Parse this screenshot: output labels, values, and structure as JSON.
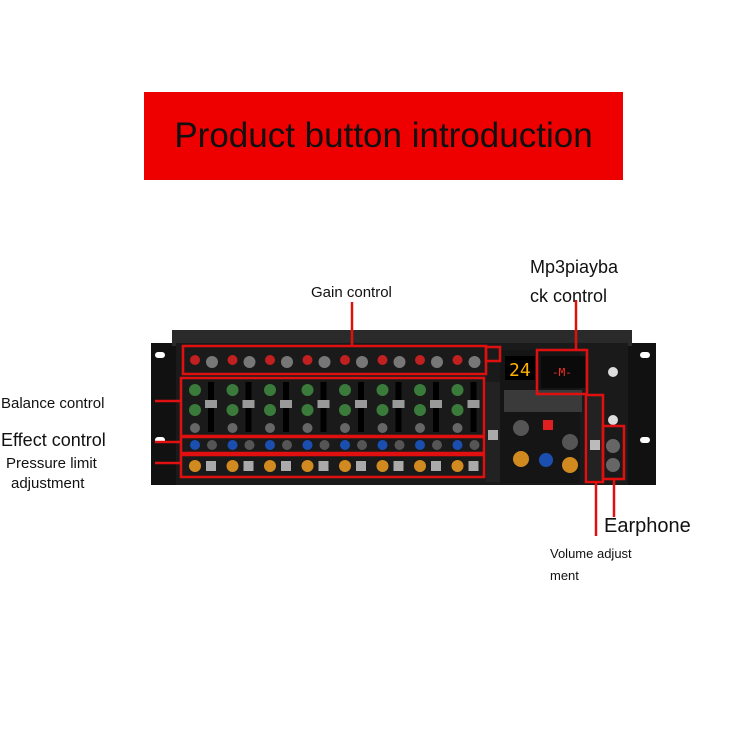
{
  "banner": {
    "title": "Product button introduction",
    "color": "#ee0000"
  },
  "callouts": {
    "gain": "Gain control",
    "mp3_line1": "Mp3piayba",
    "mp3_line2": "ck control",
    "balance": "Balance control",
    "effect": "Effect control",
    "pressure_line1": "Pressure limit",
    "pressure_line2": "adjustment",
    "earphone": "Earphone",
    "volume_line1": "Volume adjust",
    "volume_line2": "ment"
  },
  "mixer": {
    "display_value": "24",
    "mp3_display": "-M-",
    "channel_count": 8,
    "highlight_color": "#e01010",
    "body_color": "#1a1a1a"
  }
}
